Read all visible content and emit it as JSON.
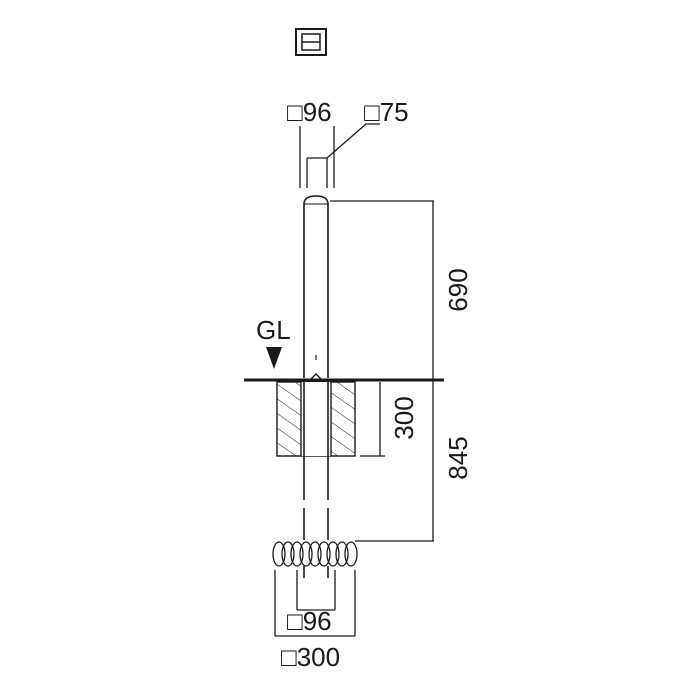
{
  "symbol": {
    "name": "square-section-symbol"
  },
  "labels": {
    "top_outer": "□96",
    "top_inner": "□75",
    "height_above": "690",
    "ground_label": "GL",
    "depth_foundation": "300",
    "depth_total": "845",
    "bottom_post": "□96",
    "bottom_base": "□300"
  },
  "colors": {
    "line": "#1a1a1a",
    "background": "#ffffff"
  }
}
